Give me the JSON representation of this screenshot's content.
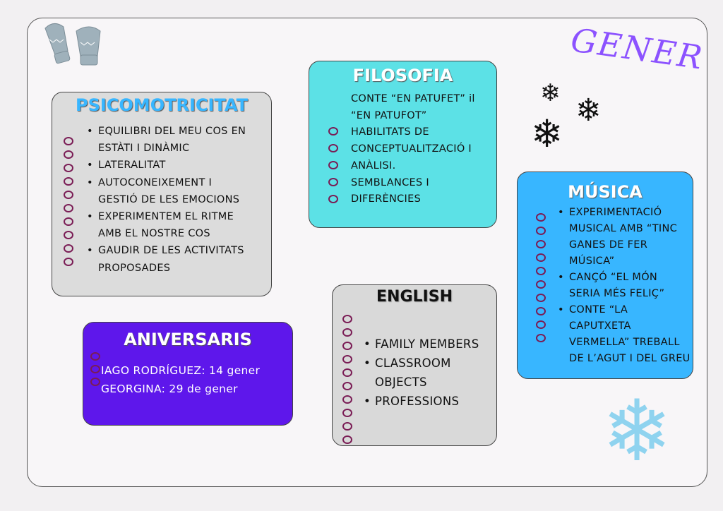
{
  "header": {
    "title": "GENER"
  },
  "psicomotricitat": {
    "title": "PSICOMOTRICITAT",
    "lines": [
      {
        "text": "EQUILIBRI DEL MEU COS EN",
        "bullet": true
      },
      {
        "text": "ESTÀTI I DINÀMIC",
        "bullet": false
      },
      {
        "text": "LATERALITAT",
        "bullet": true
      },
      {
        "text": "AUTOCONEIXEMENT I",
        "bullet": true
      },
      {
        "text": "GESTIÓ DE LES EMOCIONS",
        "bullet": false
      },
      {
        "text": "EXPERIMENTEM EL RITME",
        "bullet": true
      },
      {
        "text": "AMB EL NOSTRE COS",
        "bullet": false
      },
      {
        "text": "GAUDIR DE LES ACTIVITATS",
        "bullet": true
      },
      {
        "text": "PROPOSADES",
        "bullet": false
      }
    ]
  },
  "filosofia": {
    "title": "FILOSOFIA",
    "lines": [
      "CONTE “EN PATUFET” il",
      "“EN PATUFOT”",
      "HABILITATS DE",
      "CONCEPTUALITZACIÓ I",
      "ANÀLISI.",
      "SEMBLANCES I",
      "DIFERÈNCIES"
    ]
  },
  "musica": {
    "title": "MÚSICA",
    "lines": [
      {
        "text": "EXPERIMENTACIÓ",
        "bullet": true
      },
      {
        "text": "MUSICAL AMB “TINC",
        "bullet": false
      },
      {
        "text": "GANES DE FER",
        "bullet": false
      },
      {
        "text": "MÚSICA”",
        "bullet": false
      },
      {
        "text": "CANÇÓ “EL MÓN",
        "bullet": true
      },
      {
        "text": "SERIA MÉS FELIÇ”",
        "bullet": false
      },
      {
        "text": "CONTE “LA",
        "bullet": true
      },
      {
        "text": "CAPUTXETA",
        "bullet": false
      },
      {
        "text": "VERMELLA” TREBALL",
        "bullet": false
      },
      {
        "text": "DE L’AGUT I DEL GREU",
        "bullet": false
      }
    ]
  },
  "aniversaris": {
    "title": "ANIVERSARIS",
    "lines": [
      "IAGO RODRÍGUEZ: 14 gener",
      "GEORGINA: 29 de gener"
    ]
  },
  "english": {
    "title": "ENGLISH",
    "lines": [
      {
        "text": "FAMILY MEMBERS",
        "bullet": true
      },
      {
        "text": "CLASSROOM",
        "bullet": true
      },
      {
        "text": "OBJECTS",
        "bullet": false
      },
      {
        "text": "PROFESSIONS",
        "bullet": true
      }
    ]
  },
  "colors": {
    "psico": "#dcdcdc",
    "filosofia": "#5ce1e6",
    "musica": "#38b6ff",
    "aniversaris": "#5e17eb",
    "english": "#d9d9d9",
    "gener": "#8c52ff"
  }
}
